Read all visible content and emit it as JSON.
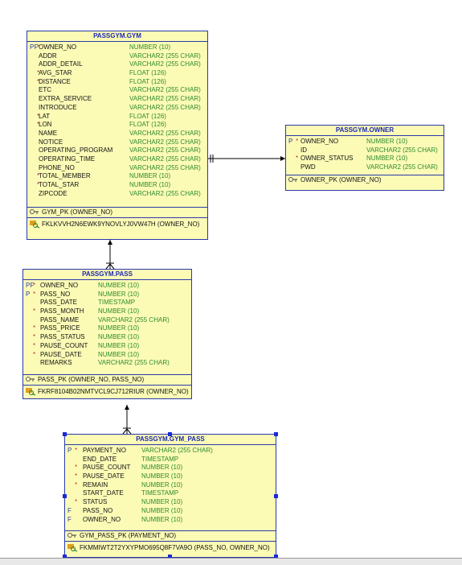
{
  "colors": {
    "border": "#2a3aa8",
    "fill": "#fbfbb6",
    "title": "#1b27b5",
    "type": "#2d8a2d",
    "mandatory": "#c03030"
  },
  "entities": {
    "gym": {
      "title": "PASSGYM.GYM",
      "columns": [
        {
          "flag": "PF",
          "req": "*",
          "name": "OWNER_NO",
          "type": "NUMBER (10)"
        },
        {
          "flag": "",
          "req": "",
          "name": "ADDR",
          "type": "VARCHAR2 (255 CHAR)"
        },
        {
          "flag": "",
          "req": "",
          "name": "ADDR_DETAIL",
          "type": "VARCHAR2 (255 CHAR)"
        },
        {
          "flag": "",
          "req": "*",
          "name": "AVG_STAR",
          "type": "FLOAT (126)"
        },
        {
          "flag": "",
          "req": "*",
          "name": "DISTANCE",
          "type": "FLOAT (126)"
        },
        {
          "flag": "",
          "req": "",
          "name": "ETC",
          "type": "VARCHAR2 (255 CHAR)"
        },
        {
          "flag": "",
          "req": "",
          "name": "EXTRA_SERVICE",
          "type": "VARCHAR2 (255 CHAR)"
        },
        {
          "flag": "",
          "req": "",
          "name": "INTRODUCE",
          "type": "VARCHAR2 (255 CHAR)"
        },
        {
          "flag": "",
          "req": "*",
          "name": "LAT",
          "type": "FLOAT (126)"
        },
        {
          "flag": "",
          "req": "*",
          "name": "LON",
          "type": "FLOAT (126)"
        },
        {
          "flag": "",
          "req": "",
          "name": "NAME",
          "type": "VARCHAR2 (255 CHAR)"
        },
        {
          "flag": "",
          "req": "",
          "name": "NOTICE",
          "type": "VARCHAR2 (255 CHAR)"
        },
        {
          "flag": "",
          "req": "",
          "name": "OPERATING_PROGRAM",
          "type": "VARCHAR2 (255 CHAR)"
        },
        {
          "flag": "",
          "req": "",
          "name": "OPERATING_TIME",
          "type": "VARCHAR2 (255 CHAR)"
        },
        {
          "flag": "",
          "req": "",
          "name": "PHONE_NO",
          "type": "VARCHAR2 (255 CHAR)"
        },
        {
          "flag": "",
          "req": "*",
          "name": "TOTAL_MEMBER",
          "type": "NUMBER (10)"
        },
        {
          "flag": "",
          "req": "*",
          "name": "TOTAL_STAR",
          "type": "NUMBER (10)"
        },
        {
          "flag": "",
          "req": "",
          "name": "ZIPCODE",
          "type": "VARCHAR2 (255 CHAR)"
        }
      ],
      "pk": "GYM_PK (OWNER_NO)",
      "fk": "FKLKVVH2N6EWK9YNOVLYJ0VW47H (OWNER_NO)"
    },
    "owner": {
      "title": "PASSGYM.OWNER",
      "columns": [
        {
          "flag": "P",
          "req": "*",
          "name": "OWNER_NO",
          "type": "NUMBER (10)"
        },
        {
          "flag": "",
          "req": "",
          "name": "ID",
          "type": "VARCHAR2 (255 CHAR)"
        },
        {
          "flag": "",
          "req": "*",
          "name": "OWNER_STATUS",
          "type": "NUMBER (10)"
        },
        {
          "flag": "",
          "req": "",
          "name": "PWD",
          "type": "VARCHAR2 (255 CHAR)"
        }
      ],
      "pk": "OWNER_PK (OWNER_NO)"
    },
    "pass": {
      "title": "PASSGYM.PASS",
      "columns": [
        {
          "flag": "PF",
          "req": "*",
          "name": "OWNER_NO",
          "type": "NUMBER (10)"
        },
        {
          "flag": "P",
          "req": "*",
          "name": "PASS_NO",
          "type": "NUMBER (10)"
        },
        {
          "flag": "",
          "req": "",
          "name": "PASS_DATE",
          "type": "TIMESTAMP"
        },
        {
          "flag": "",
          "req": "*",
          "name": "PASS_MONTH",
          "type": "NUMBER (10)"
        },
        {
          "flag": "",
          "req": "",
          "name": "PASS_NAME",
          "type": "VARCHAR2 (255 CHAR)"
        },
        {
          "flag": "",
          "req": "*",
          "name": "PASS_PRICE",
          "type": "NUMBER (10)"
        },
        {
          "flag": "",
          "req": "*",
          "name": "PASS_STATUS",
          "type": "NUMBER (10)"
        },
        {
          "flag": "",
          "req": "*",
          "name": "PAUSE_COUNT",
          "type": "NUMBER (10)"
        },
        {
          "flag": "",
          "req": "*",
          "name": "PAUSE_DATE",
          "type": "NUMBER (10)"
        },
        {
          "flag": "",
          "req": "",
          "name": "REMARKS",
          "type": "VARCHAR2 (255 CHAR)"
        }
      ],
      "pk": "PASS_PK (OWNER_NO, PASS_NO)",
      "fk": "FKRF8104B02NMTVCL9CJ712RIUR (OWNER_NO)"
    },
    "gym_pass": {
      "title": "PASSGYM.GYM_PASS",
      "columns": [
        {
          "flag": "P",
          "req": "*",
          "name": "PAYMENT_NO",
          "type": "VARCHAR2 (255 CHAR)"
        },
        {
          "flag": "",
          "req": "",
          "name": "END_DATE",
          "type": "TIMESTAMP"
        },
        {
          "flag": "",
          "req": "*",
          "name": "PAUSE_COUNT",
          "type": "NUMBER (10)"
        },
        {
          "flag": "",
          "req": "*",
          "name": "PAUSE_DATE",
          "type": "NUMBER (10)"
        },
        {
          "flag": "",
          "req": "*",
          "name": "REMAIN",
          "type": "NUMBER (10)"
        },
        {
          "flag": "",
          "req": "",
          "name": "START_DATE",
          "type": "TIMESTAMP"
        },
        {
          "flag": "",
          "req": "*",
          "name": "STATUS",
          "type": "NUMBER (10)"
        },
        {
          "flag": "F",
          "req": "",
          "name": "PASS_NO",
          "type": "NUMBER (10)"
        },
        {
          "flag": "F",
          "req": "",
          "name": "OWNER_NO",
          "type": "NUMBER (10)"
        }
      ],
      "pk": "GYM_PASS_PK (PAYMENT_NO)",
      "fk": "FKMMIWT2T2YXYPMO695Q8F7VA9O (PASS_NO, OWNER_NO)"
    }
  }
}
